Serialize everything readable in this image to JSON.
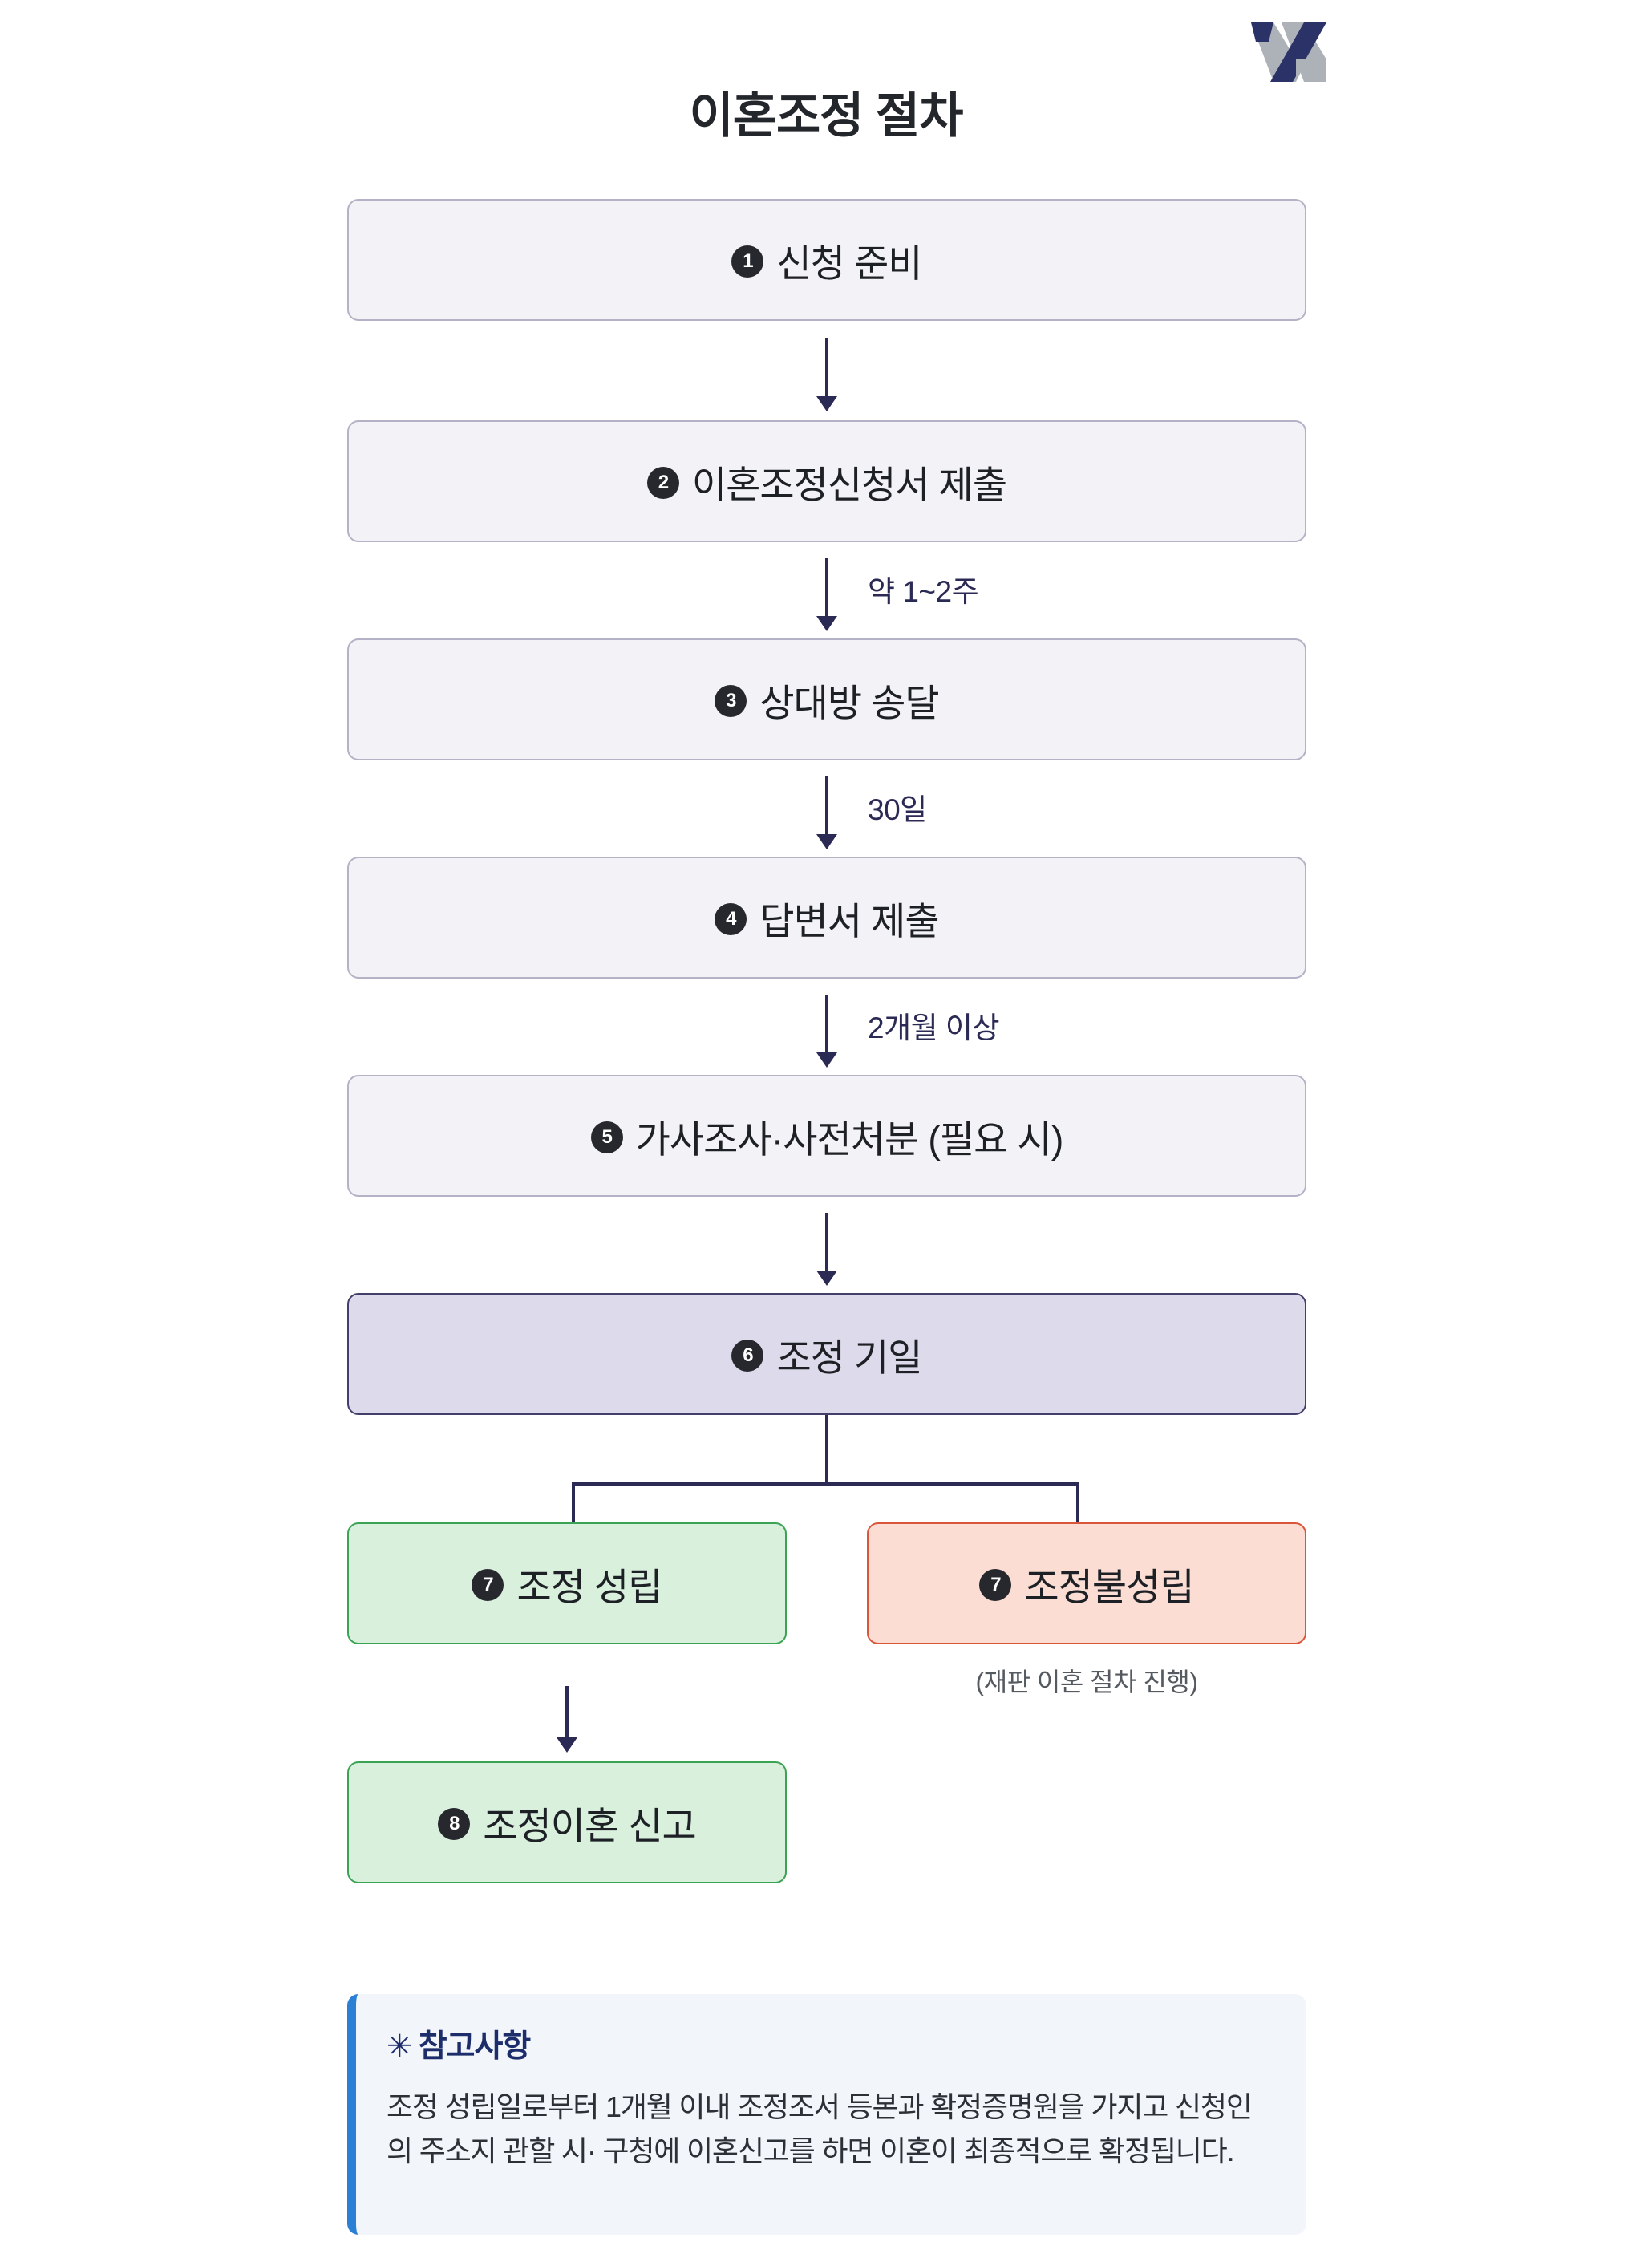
{
  "header": {
    "title": "이혼조정 절차",
    "logo_name": "brand-logo-x",
    "logo_colors": {
      "navy": "#2a3268",
      "gray": "#adb2b8"
    }
  },
  "colors": {
    "arrow": "#2b2a55",
    "neutral_bg": "#f3f3f7",
    "neutral_border": "#b3b2c6",
    "highlight_bg": "#dcdaeb",
    "highlight_border": "#433f6b",
    "success_bg": "#d9f0dd",
    "success_border": "#3aa354",
    "fail_bg": "#fbddd3",
    "fail_border": "#d9563a",
    "note_bg": "#f2f6fb",
    "note_accent": "#2b7fd4",
    "note_title": "#1d2d6b",
    "title_text": "#23262b"
  },
  "flow": {
    "steps": [
      {
        "num": "1",
        "label": "신청 준비",
        "style": "neutral"
      },
      {
        "num": "2",
        "label": "이혼조정신청서 제출",
        "style": "neutral"
      },
      {
        "num": "3",
        "label": "상대방 송달",
        "style": "neutral"
      },
      {
        "num": "4",
        "label": "답변서 제출",
        "style": "neutral"
      },
      {
        "num": "5",
        "label": "가사조사·사전처분 (필요 시)",
        "style": "neutral"
      },
      {
        "num": "6",
        "label": "조정 기일",
        "style": "highlight"
      },
      {
        "num": "7",
        "label": "조정 성립",
        "style": "success"
      },
      {
        "num": "7",
        "label": "조정불성립",
        "style": "fail"
      },
      {
        "num": "8",
        "label": "조정이혼 신고",
        "style": "success"
      }
    ],
    "arrow_labels": {
      "step1_to_2": "",
      "step2_to_3": "약 1~2주",
      "step3_to_4": "30일",
      "step4_to_5": "2개월 이상",
      "step5_to_6": ""
    },
    "fail_caption": "(재판 이혼 절차 진행)"
  },
  "note": {
    "star": "✳",
    "title": "참고사항",
    "body": "조정 성립일로부터 1개월 이내 조정조서 등본과 확정증명원을 가지고 신청인의 주소지 관할 시· 구청에 이혼신고를 하면 이혼이 최종적으로 확정됩니다."
  }
}
